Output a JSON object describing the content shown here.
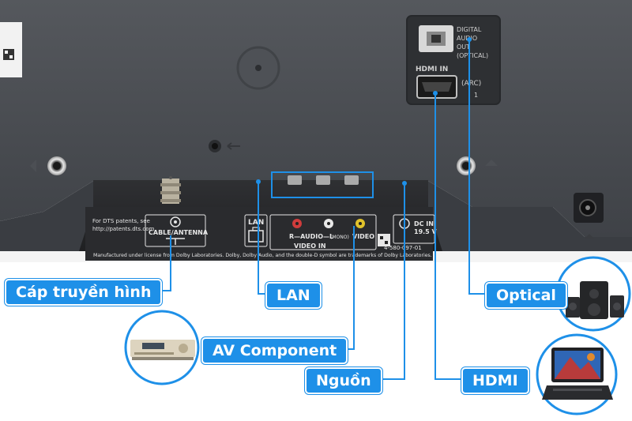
{
  "panel_text": {
    "dts_line1": "For DTS patents, see",
    "dts_line2": "http://patents.dts.com.",
    "cable_antenna": "CABLE/ANTENNA",
    "lan": "LAN",
    "audio": "R—AUDIO—L",
    "mono": "(MONO)",
    "video": "VIDEO",
    "video_in": "VIDEO IN",
    "dc_in": "DC IN",
    "voltage": "19.5 V",
    "serial": "4-580-097-01",
    "license": "Manufactured under license from Dolby Laboratories. Dolby, Dolby Audio, and the double-D symbol are trademarks of Dolby Laboratories.",
    "digital": "DIGITAL",
    "audio_label": "AUDIO",
    "out": "OUT",
    "optical": "(OPTICAL)",
    "hdmi_in": "HDMI IN",
    "arc": "(ARC)",
    "one": "1"
  },
  "labels": {
    "cable": "Cáp truyền hình",
    "lan": "LAN",
    "av": "AV Component",
    "power": "Nguồn",
    "optical": "Optical",
    "hdmi": "HDMI"
  },
  "colors": {
    "callout": "#1e90e8",
    "tv_back": "#4a4d52",
    "panel": "#2a2b2e"
  }
}
